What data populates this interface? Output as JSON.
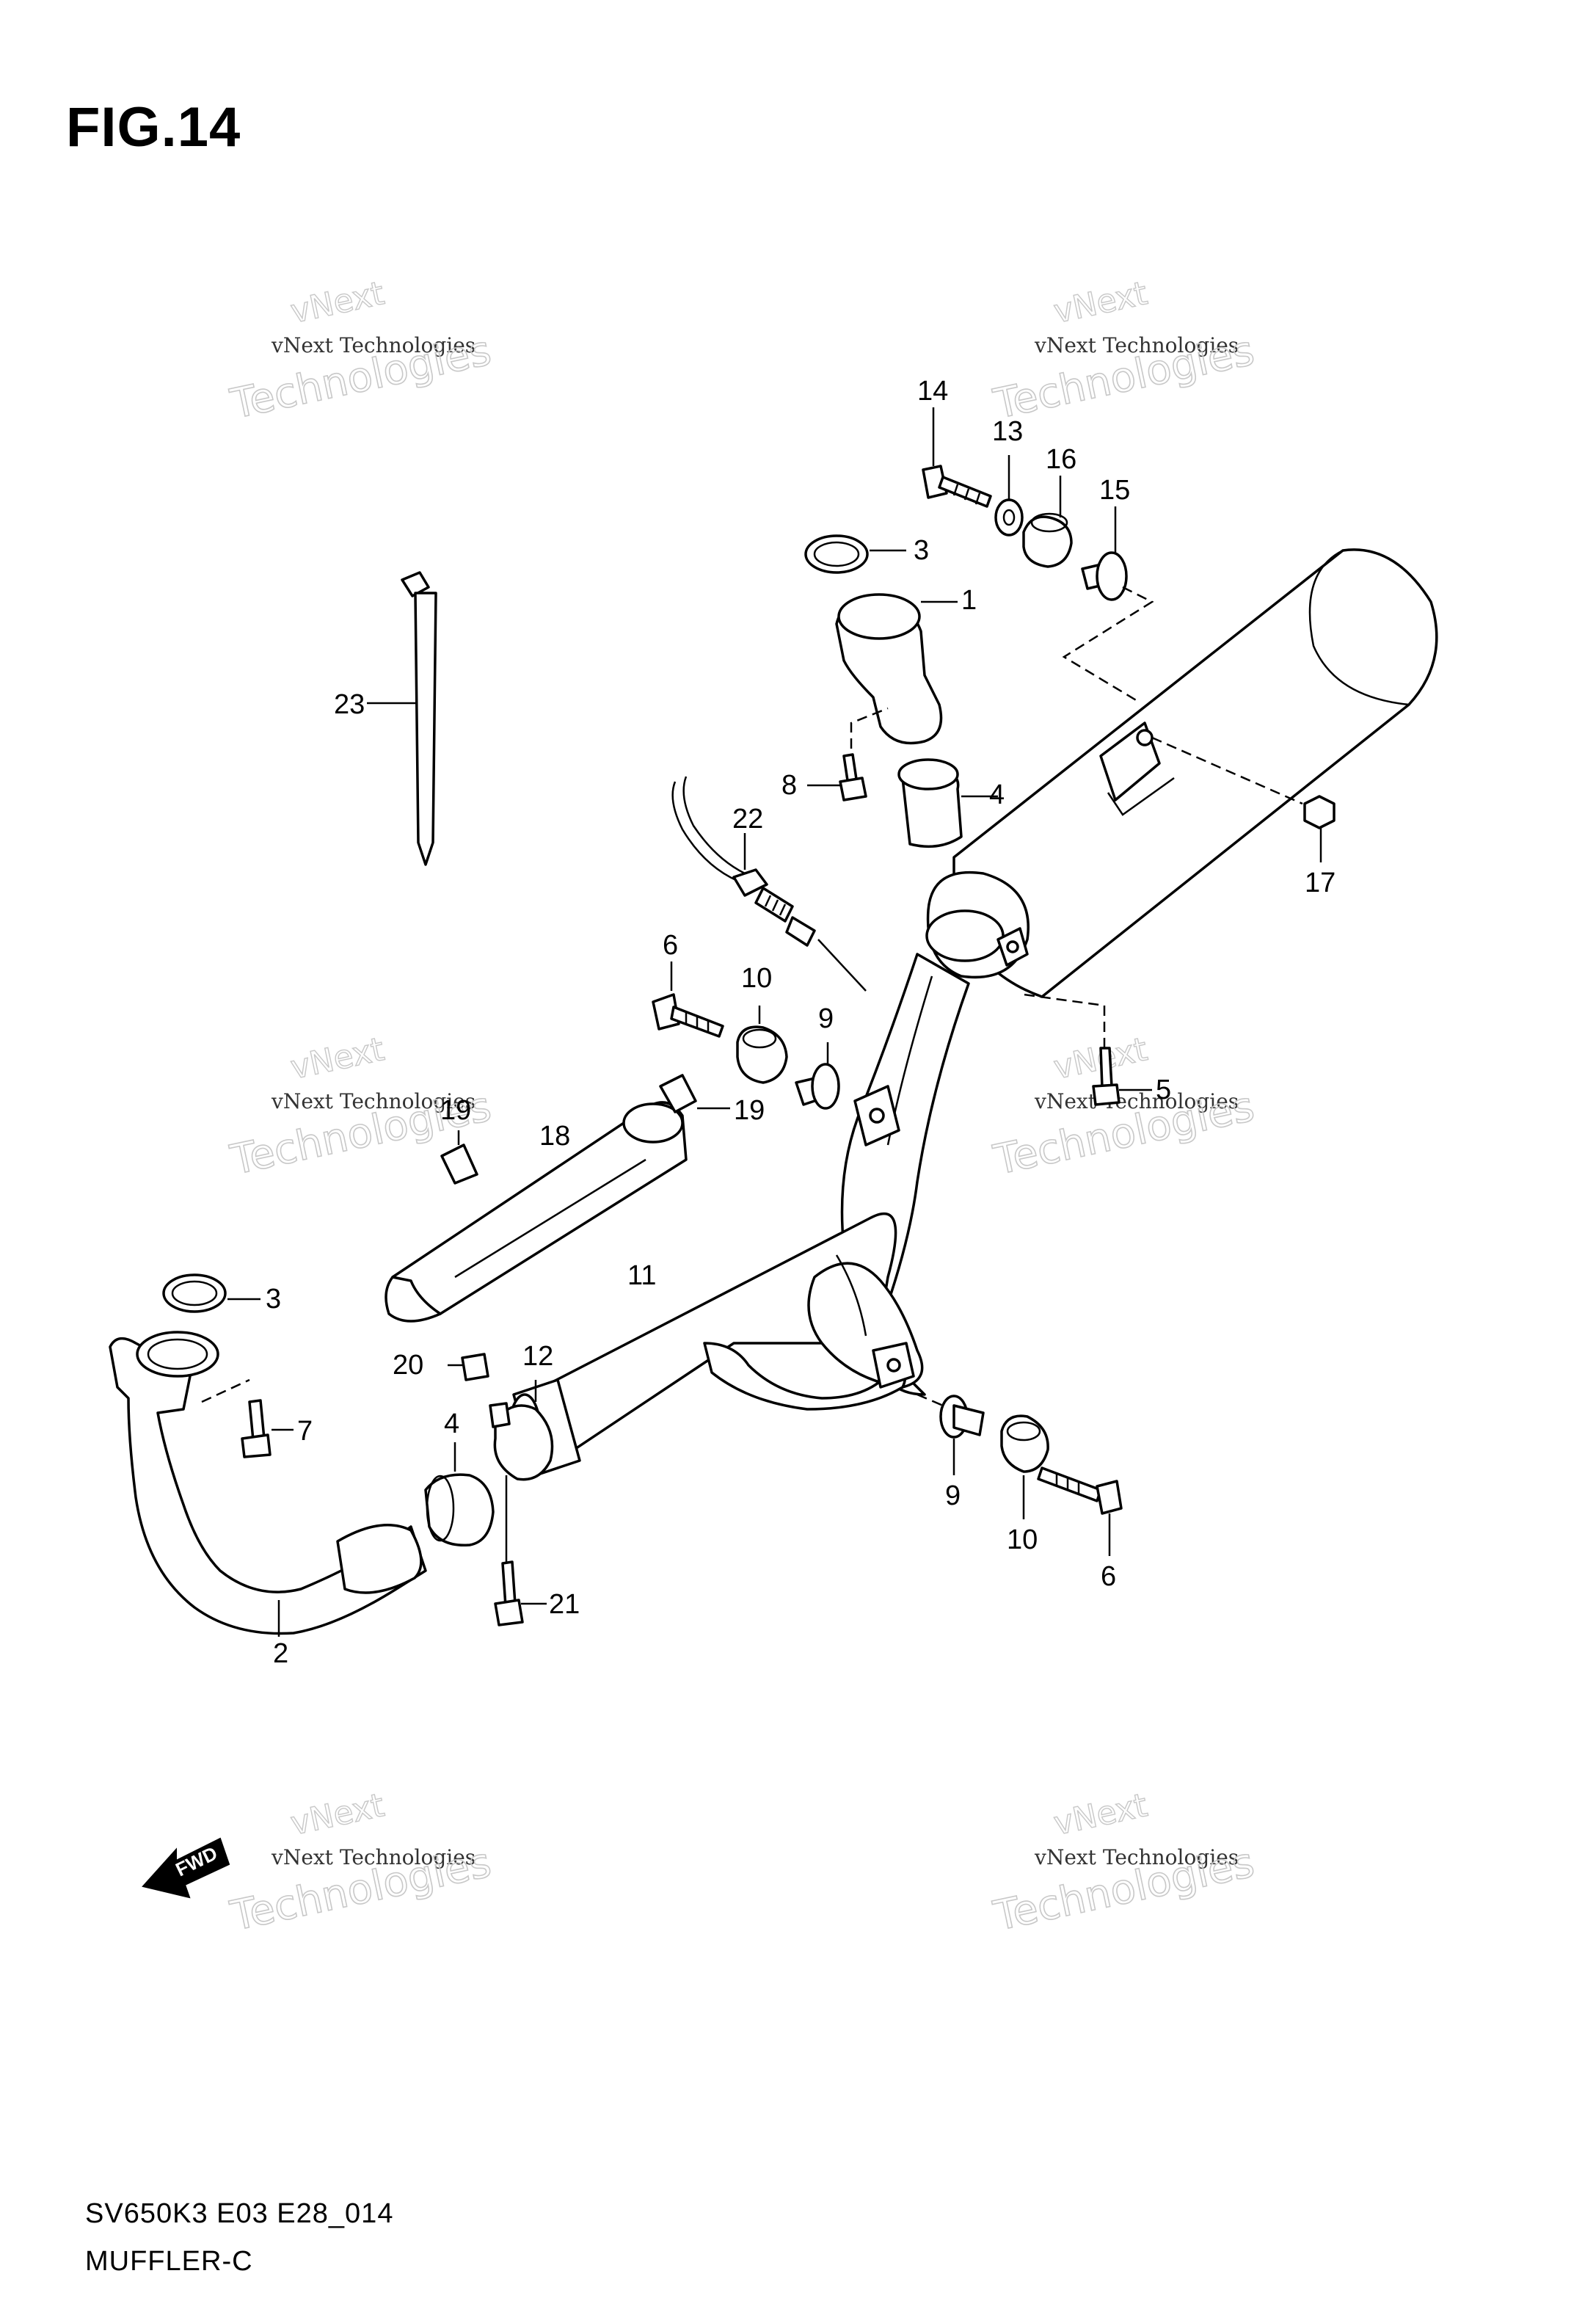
{
  "figure": {
    "title": "FIG.14",
    "model_code": "SV650K3 E03 E28_014",
    "section_name": "MUFFLER-C"
  },
  "fwd_label": "FWD",
  "watermark": {
    "line_small": "vNext Technologies",
    "line_top": "vNext",
    "line_large": "Technologies"
  },
  "callouts": {
    "c1": "1",
    "c2": "2",
    "c3a": "3",
    "c3b": "3",
    "c4a": "4",
    "c4b": "4",
    "c5": "5",
    "c6a": "6",
    "c6b": "6",
    "c7": "7",
    "c8": "8",
    "c9a": "9",
    "c9b": "9",
    "c10a": "10",
    "c10b": "10",
    "c11": "11",
    "c12": "12",
    "c13": "13",
    "c14": "14",
    "c15": "15",
    "c16": "16",
    "c17": "17",
    "c18": "18",
    "c19a": "19",
    "c19b": "19",
    "c20": "20",
    "c21": "21",
    "c22": "22",
    "c23": "23"
  }
}
